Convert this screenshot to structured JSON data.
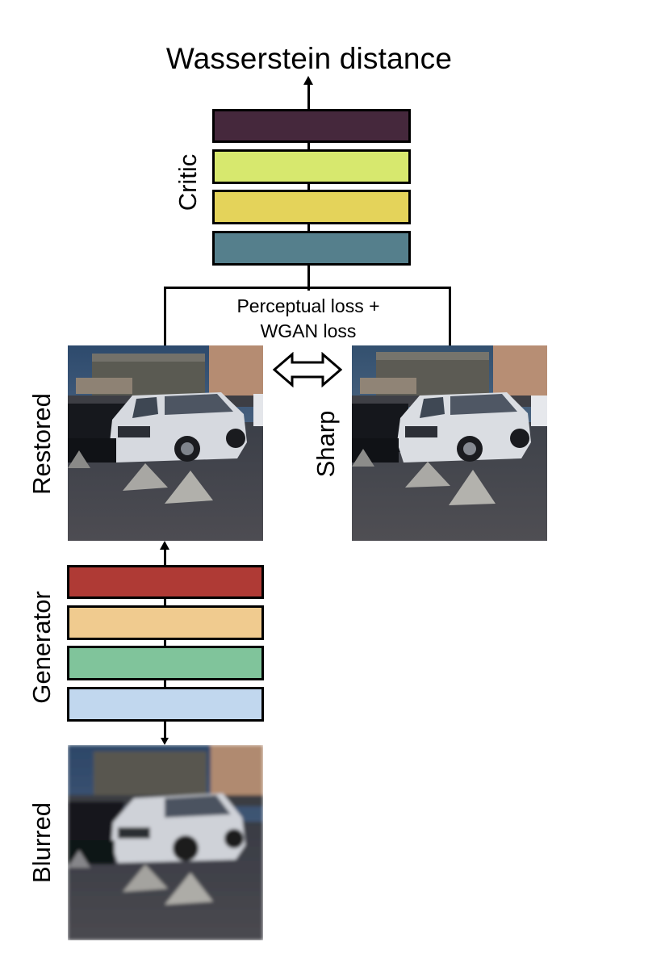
{
  "title": "Wasserstein distance",
  "critic": {
    "label": "Critic",
    "layers": [
      {
        "color": "#45283c"
      },
      {
        "color": "#d7e86e"
      },
      {
        "color": "#e4d35a"
      },
      {
        "color": "#557f8c"
      }
    ]
  },
  "loss": {
    "line1": "Perceptual loss +",
    "line2": "WGAN loss"
  },
  "generator": {
    "label": "Generator",
    "layers": [
      {
        "color": "#af3a35"
      },
      {
        "color": "#f0cb8f"
      },
      {
        "color": "#80c49b"
      },
      {
        "color": "#c1d7ee"
      }
    ]
  },
  "images": {
    "restored": "Restored",
    "sharp": "Sharp",
    "blurred": "Blurred"
  },
  "icons": {
    "compare": "double-arrow-icon"
  }
}
